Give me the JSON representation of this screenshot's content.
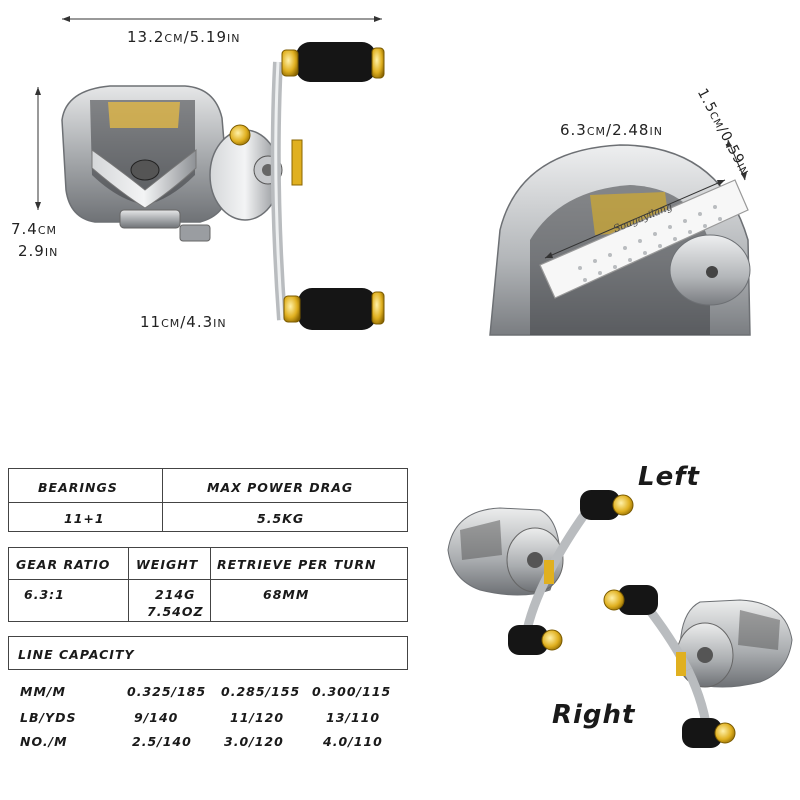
{
  "dimensions": {
    "width_label": "13.2cm/5.19in",
    "height_label_1": "7.4cm",
    "height_label_2": "2.9in",
    "handle_label": "11cm/4.3in",
    "spool_label": "6.3cm/2.48in",
    "spool_depth_label": "1.5cm/0.59in"
  },
  "brand_mark": "Sougayilang",
  "table1": {
    "headers": [
      "BEARINGS",
      "MAX POWER DRAG"
    ],
    "values": [
      "11+1",
      "5.5KG"
    ]
  },
  "table2": {
    "headers": [
      "GEAR RATIO",
      "WEIGHT",
      "RETRIEVE PER TURN"
    ],
    "values": [
      "6.3:1",
      "214G",
      "7.54OZ",
      "68MM"
    ]
  },
  "table3": {
    "title": "LINE CAPACITY",
    "rows": [
      {
        "label": "MM/M",
        "values": [
          "0.325/185",
          "0.285/155",
          "0.300/115"
        ]
      },
      {
        "label": "LB/YDS",
        "values": [
          "9/140",
          "11/120",
          "13/110"
        ]
      },
      {
        "label": "NO./M",
        "values": [
          "2.5/140",
          "3.0/120",
          "4.0/110"
        ]
      }
    ]
  },
  "orientation": {
    "left": "Left",
    "right": "Right"
  },
  "colors": {
    "silver": "#c9cbcd",
    "dark_silver": "#7d8084",
    "gold": "#e0b020",
    "black_knob": "#151515"
  }
}
